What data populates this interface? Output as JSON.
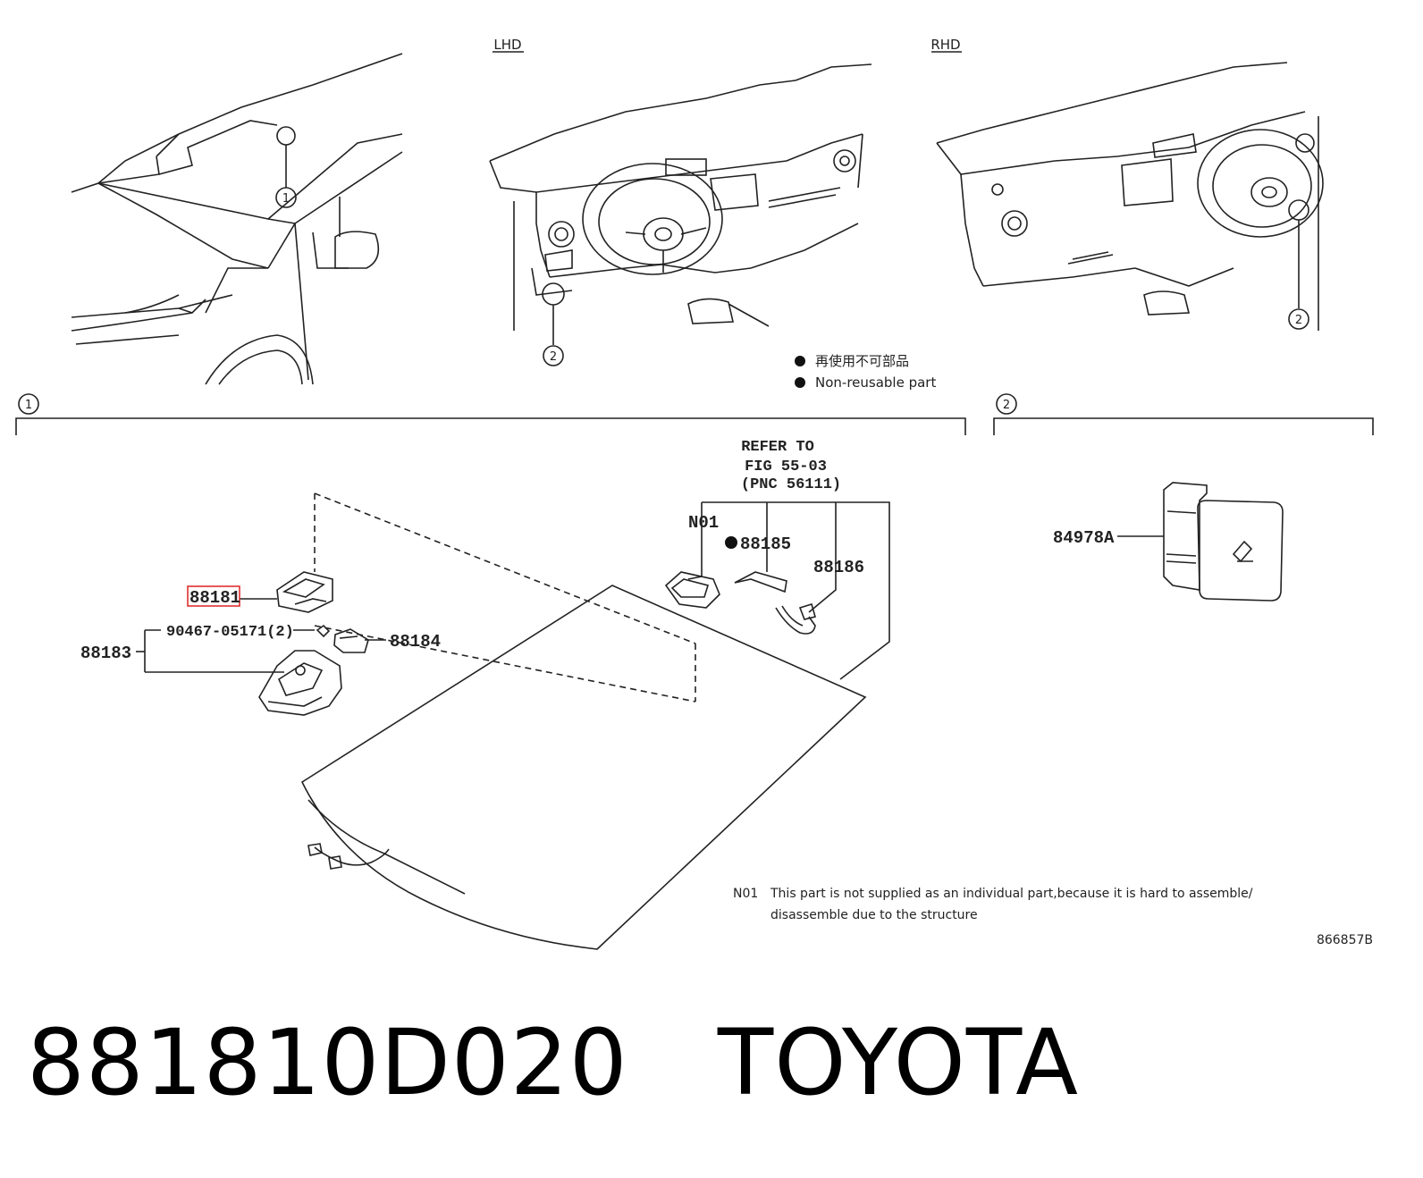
{
  "views": {
    "lhd": "LHD",
    "rhd": "RHD"
  },
  "callouts": {
    "one": "1",
    "two": "2"
  },
  "legend": {
    "cn": "再使用不可部品",
    "en": "Non-reusable part"
  },
  "refer": {
    "line1": "REFER TO",
    "line2": "FIG 55-03",
    "line3": "(PNC 56111)"
  },
  "parts": {
    "p88181": "88181",
    "p88183": "88183",
    "p88184": "88184",
    "p90467": "90467-05171(2)",
    "pN01": "N01",
    "p88185": "88185",
    "p88186": "88186",
    "p84978A": "84978A"
  },
  "note": {
    "code": "N01",
    "line1": "This part is not supplied as an individual part,because it is hard to assemble/",
    "line2": "disassemble due to the structure"
  },
  "figure_id": "866857B",
  "footer": {
    "part_number": "881810D020",
    "brand": "TOYOTA"
  },
  "highlight_color": "#e03030"
}
